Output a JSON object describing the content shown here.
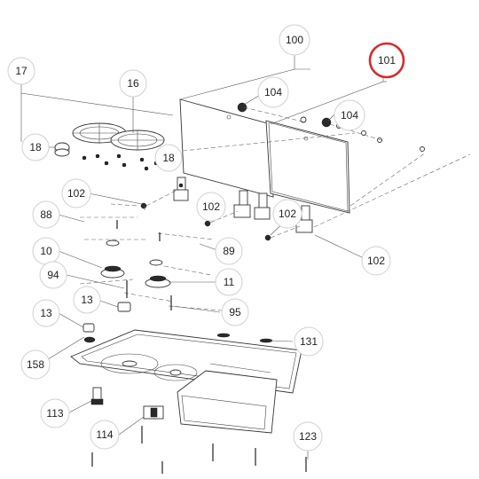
{
  "callouts": [
    {
      "label": "100"
    },
    {
      "label": "101"
    },
    {
      "label": "104"
    },
    {
      "label": "104"
    },
    {
      "label": "17"
    },
    {
      "label": "16"
    },
    {
      "label": "18"
    },
    {
      "label": "18"
    },
    {
      "label": "102"
    },
    {
      "label": "102"
    },
    {
      "label": "102"
    },
    {
      "label": "102"
    },
    {
      "label": "88"
    },
    {
      "label": "89"
    },
    {
      "label": "10"
    },
    {
      "label": "94"
    },
    {
      "label": "11"
    },
    {
      "label": "13"
    },
    {
      "label": "13"
    },
    {
      "label": "95"
    },
    {
      "label": "131"
    },
    {
      "label": "158"
    },
    {
      "label": "113"
    },
    {
      "label": "114"
    },
    {
      "label": "123"
    }
  ],
  "highlight": {
    "label": "101",
    "color": "#d62b2b"
  }
}
